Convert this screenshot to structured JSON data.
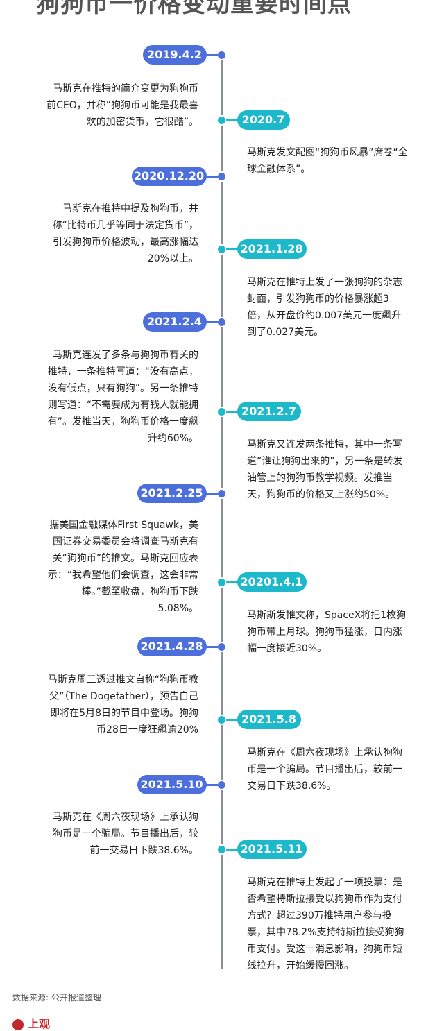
{
  "title": "狗狗币一价格变动重要时间点",
  "source": "数据来源: 公开报道整理",
  "logo_text": "上观",
  "colors": {
    "blue": "#4c6fdc",
    "teal": "#1db8c9",
    "axis": "#8a8e96"
  },
  "events": [
    {
      "date": "2019.4.2",
      "side": "left",
      "text": "马斯克在推特的简介变更为狗狗币前CEO，并称“狗狗币可能是我最喜欢的加密货币，它很酷”。"
    },
    {
      "date": "2020.7",
      "side": "right",
      "text": "马斯克发文配图“狗狗币风暴”席卷“全球金融体系”。"
    },
    {
      "date": "2020.12.20",
      "side": "left",
      "text": "马斯克在推特中提及狗狗币，并称“比特币几乎等同于法定货币”，引发狗狗币价格波动，最高涨幅达20%以上。"
    },
    {
      "date": "2021.1.28",
      "side": "right",
      "text": "马斯克在推特上发了一张狗狗的杂志封面，引发狗狗币的价格暴涨超3倍，从开盘价约0.007美元一度飙升到了0.027美元。"
    },
    {
      "date": "2021.2.4",
      "side": "left",
      "text": "马斯克连发了多条与狗狗币有关的推特，一条推特写道：“没有高点，没有低点，只有狗狗”。另一条推特则写道：“不需要成为有钱人就能拥有”。发推当天，狗狗币价格一度飙升约60%。"
    },
    {
      "date": "2021.2.7",
      "side": "right",
      "text": "马斯克又连发两条推特，其中一条写道“谁让狗狗出来的”，另一条是转发油管上的狗狗币教学视频。发推当天，狗狗币的价格又上涨约50%。"
    },
    {
      "date": "2021.2.25",
      "side": "left",
      "text": "据美国金融媒体First Squawk，美国证券交易委员会将调查马斯克有关“狗狗币”的推文。马斯克回应表示：“我希望他们会调查，这会非常棒。”截至收盘，狗狗币下跌5.08%。"
    },
    {
      "date": "20201.4.1",
      "side": "right",
      "text": "马斯斯发推文称，SpaceX将把1枚狗狗币带上月球。狗狗币猛涨，日内涨幅一度接近30%。"
    },
    {
      "date": "2021.4.28",
      "side": "left",
      "text": "马斯克周三透过推文自称“狗狗币教父”（The Dogefather），预告自己即将在5月8日的节目中登场。狗狗币28日一度狂飙逾20%"
    },
    {
      "date": "2021.5.8",
      "side": "right",
      "text": "马斯克在《周六夜现场》上承认狗狗币是一个骗局。节目播出后，较前一交易日下跌38.6%。"
    },
    {
      "date": "2021.5.10",
      "side": "left",
      "text": "马斯克在《周六夜现场》上承认狗狗币是一个骗局。节目播出后，较前一交易日下跌38.6%。"
    },
    {
      "date": "2021.5.11",
      "side": "right",
      "text": "马斯克在推特上发起了一项投票：是否希望特斯拉接受以狗狗币作为支付方式？超过390万推特用户参与投票，其中78.2%支持特斯拉接受狗狗币支付。受这一消息影响，狗狗币短线拉升，开始缓慢回涨。"
    }
  ]
}
